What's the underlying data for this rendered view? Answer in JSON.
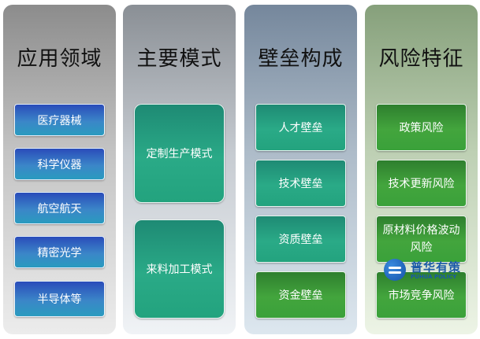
{
  "columns": [
    {
      "title": "应用领域",
      "items": [
        "医疗器械",
        "科学仪器",
        "航空航天",
        "精密光学",
        "半导体等"
      ]
    },
    {
      "title": "主要模式",
      "items": [
        "定制生产模式",
        "来料加工模式"
      ]
    },
    {
      "title": "壁垒构成",
      "items": [
        "人才壁垒",
        "技术壁垒",
        "资质壁垒",
        "资金壁垒"
      ]
    },
    {
      "title": "风险特征",
      "items": [
        "政策风险",
        "技术更新风险",
        "原材料价格波动风险",
        "市场竞争风险"
      ]
    }
  ],
  "watermark": {
    "name_cn": "普华有策",
    "name_en": "PUHUA POLICY",
    "icon": "logo-icon"
  },
  "colors": {
    "blue": "#2f6cc2",
    "teal": "#26a07f",
    "green": "#3f9f3b"
  }
}
